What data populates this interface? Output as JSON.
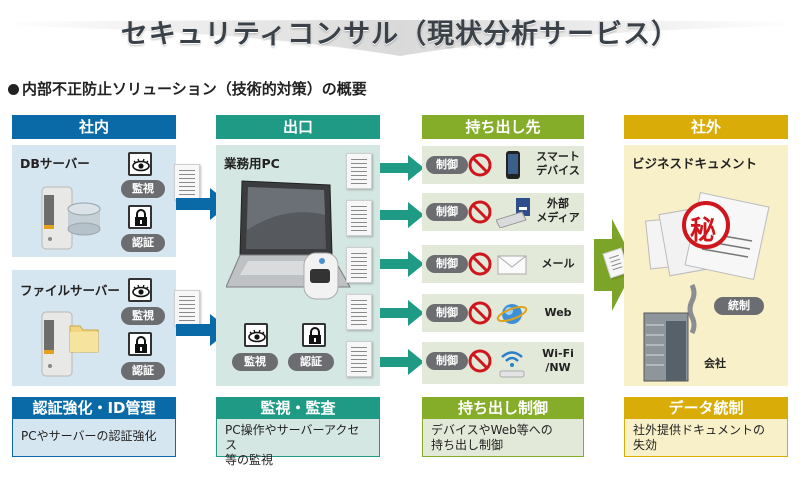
{
  "title": "セキュリティコンサル（現状分析サービス）",
  "subtitle": "内部不正防止ソリューション（技術的対策）の概要",
  "colors": {
    "internal": "#0a6aa8",
    "exit": "#1f9a85",
    "destination": "#86ad2a",
    "external": "#d9ac08",
    "internal_bg": "#d6e6f0",
    "exit_bg": "#d5e7e2",
    "destination_bg": "#e3e9d9",
    "external_bg": "#f7f0c8",
    "badge": "#6b6d70",
    "prohibit": "#d0161d"
  },
  "columns": {
    "internal": {
      "header": "社内",
      "servers": [
        {
          "name": "DBサーバー",
          "badges": [
            "監視",
            "認証"
          ]
        },
        {
          "name": "ファイルサーバー",
          "badges": [
            "監視",
            "認証"
          ]
        }
      ]
    },
    "exit": {
      "header": "出口",
      "device": "業務用PC",
      "badges": [
        "監視",
        "認証"
      ]
    },
    "destination": {
      "header": "持ち出し先",
      "items": [
        {
          "control": "制御",
          "icon": "smartphone-icon",
          "label_1": "スマート",
          "label_2": "デバイス"
        },
        {
          "control": "制御",
          "icon": "usb-media-icon",
          "label_1": "外部",
          "label_2": "メディア"
        },
        {
          "control": "制御",
          "icon": "mail-icon",
          "label_1": "メール",
          "label_2": ""
        },
        {
          "control": "制御",
          "icon": "web-globe-icon",
          "label_1": "Web",
          "label_2": ""
        },
        {
          "control": "制御",
          "icon": "wifi-icon",
          "label_1": "Wi-Fi",
          "label_2": "/NW"
        }
      ]
    },
    "external": {
      "header": "社外",
      "doc_label": "ビジネスドキュメント",
      "secret_mark": "秘",
      "control": "統制",
      "company": "会社"
    }
  },
  "summaries": [
    {
      "title": "認証強化・ID管理",
      "line_1": "PCやサーバーの認証強化",
      "line_2": ""
    },
    {
      "title": "監視・監査",
      "line_1": "PC操作やサーバーアクセス",
      "line_2": "等の監視"
    },
    {
      "title": "持ち出し制御",
      "line_1": "デバイスやWeb等への",
      "line_2": "持ち出し制御"
    },
    {
      "title": "データ統制",
      "line_1": "社外提供ドキュメントの",
      "line_2": "失効"
    }
  ]
}
